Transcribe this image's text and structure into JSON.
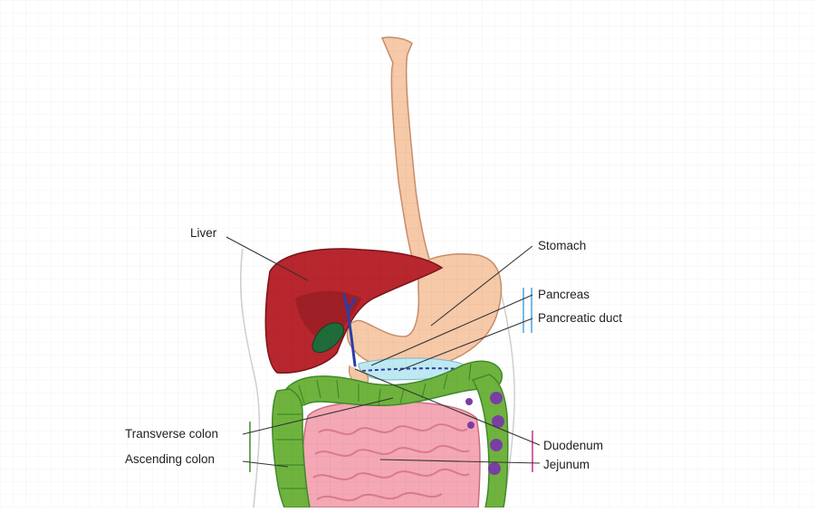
{
  "labels": {
    "liver": "Liver",
    "stomach": "Stomach",
    "pancreas": "Pancreas",
    "pancreatic_duct": "Pancreatic duct",
    "transverse_colon": "Transverse colon",
    "ascending_colon": "Ascending colon",
    "duodenum": "Duodenum",
    "jejunum": "Jejunum"
  },
  "colors": {
    "esophagus": "#f6c9a8",
    "liver": "#b8262e",
    "liver_dark": "#8e1b22",
    "gallbladder": "#1f6b3a",
    "bile_duct": "#2b3ea8",
    "pancreas": "#bfe9f2",
    "colon": "#6fb33e",
    "colon_dark": "#3f8a2a",
    "small_intestine": "#f4a7b4",
    "small_intestine_dark": "#d97a8c",
    "jejunum_marker": "#d12c8f",
    "pancreas_marker": "#4aa3e0",
    "colon_marker": "#3f8a2a",
    "descending_colon": "#7a3fa3"
  }
}
